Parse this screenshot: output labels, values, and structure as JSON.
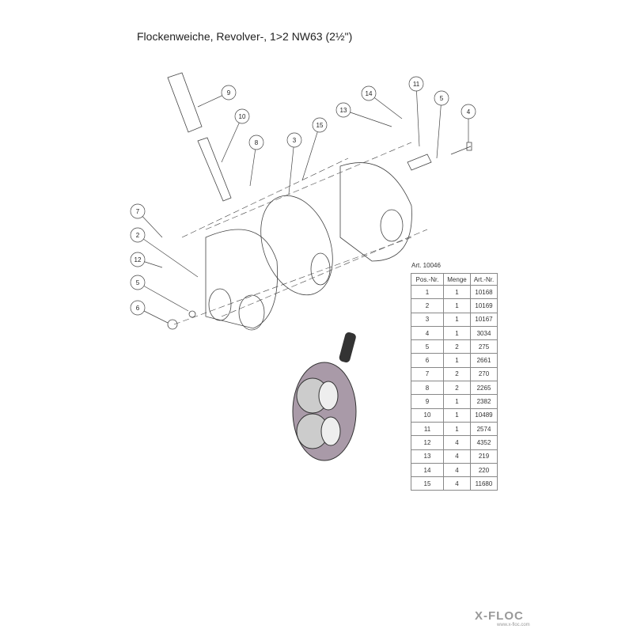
{
  "title": "Flockenweiche, Revolver-, 1>2 NW63 (2½\")",
  "article": "Art. 10046",
  "table": {
    "headers": [
      "Pos.-Nr.",
      "Menge",
      "Art.-Nr."
    ],
    "rows": [
      [
        "1",
        "1",
        "10168"
      ],
      [
        "2",
        "1",
        "10169"
      ],
      [
        "3",
        "1",
        "10167"
      ],
      [
        "4",
        "1",
        "3034"
      ],
      [
        "5",
        "2",
        "275"
      ],
      [
        "6",
        "1",
        "2661"
      ],
      [
        "7",
        "2",
        "270"
      ],
      [
        "8",
        "2",
        "2265"
      ],
      [
        "9",
        "1",
        "2382"
      ],
      [
        "10",
        "1",
        "10489"
      ],
      [
        "11",
        "1",
        "2574"
      ],
      [
        "12",
        "4",
        "4352"
      ],
      [
        "13",
        "4",
        "219"
      ],
      [
        "14",
        "4",
        "220"
      ],
      [
        "15",
        "4",
        "11680"
      ]
    ]
  },
  "callouts": [
    "9",
    "10",
    "8",
    "3",
    "15",
    "13",
    "14",
    "11",
    "5",
    "4",
    "7",
    "2",
    "12",
    "5",
    "6"
  ],
  "logo": {
    "brand": "X-FLOC",
    "url": "www.x-floc.com"
  }
}
